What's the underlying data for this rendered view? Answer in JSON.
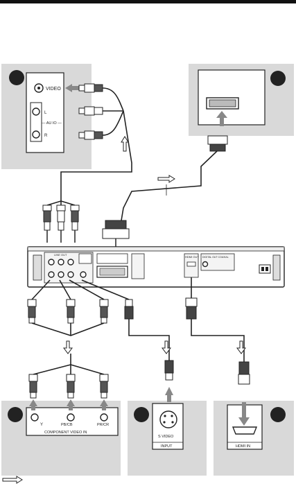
{
  "panels": {
    "a": {
      "video_label": "VIDEO",
      "audio_l_label": "L",
      "audio_mid_label": "— AU  IO —",
      "audio_r_label": "R"
    },
    "c": {
      "y_label": "Y",
      "pb_label": "PB/CB",
      "pr_label": "PR/CR",
      "component_label": "COMPONENT VIDEO IN"
    },
    "d": {
      "svideo_label": "S VIDEO",
      "input_label": "INPUT"
    },
    "e": {
      "hdmi_label": "HDMI IN"
    }
  },
  "player": {
    "hdmi_out_label": "HDMI OUT",
    "coaxial_label": "DIGITAL OUT COAXIAL",
    "line_out_label": "LINE OUT"
  },
  "colors": {
    "panel_bg": "#d9d9d9",
    "ink": "#222222",
    "arrow": "#888888"
  }
}
